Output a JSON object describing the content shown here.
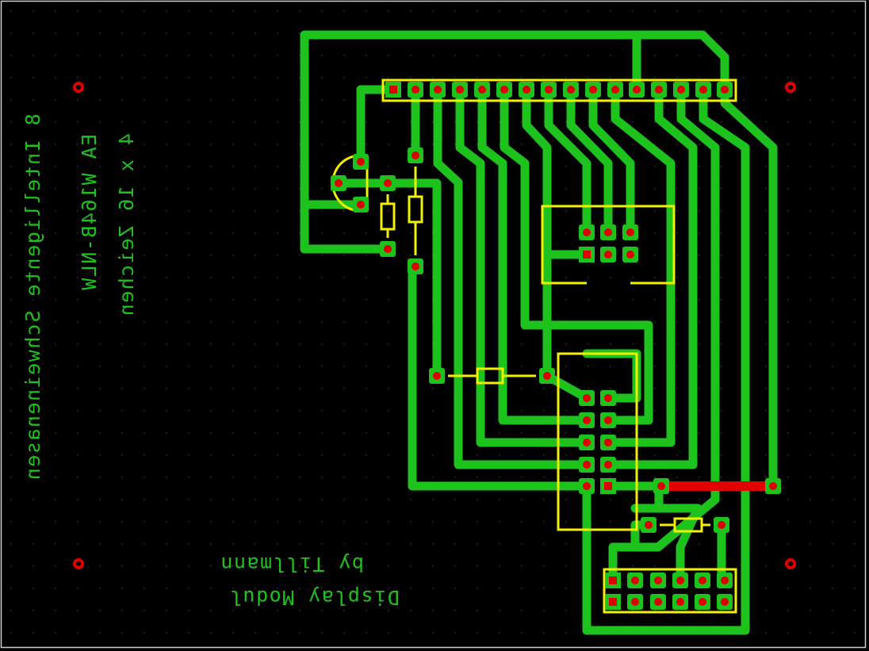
{
  "colors": {
    "background": "#000000",
    "copper": "#1dc21d",
    "silkscreen": "#f2f200",
    "drill": "#dd0000",
    "text": "#1dc21d",
    "frame": "#cccccc",
    "grid": "#444444"
  },
  "texts": {
    "line_1": "8 Intelligente Schweinenasen",
    "line_2": "EA W164B-NLW",
    "line_3": "4 x 16 Zeichen",
    "credit_1": "by Tillmann",
    "credit_2": "Display Modul"
  },
  "icons": {
    "mounting_hole": "circle-drill-icon",
    "pad": "square-pad-icon"
  }
}
